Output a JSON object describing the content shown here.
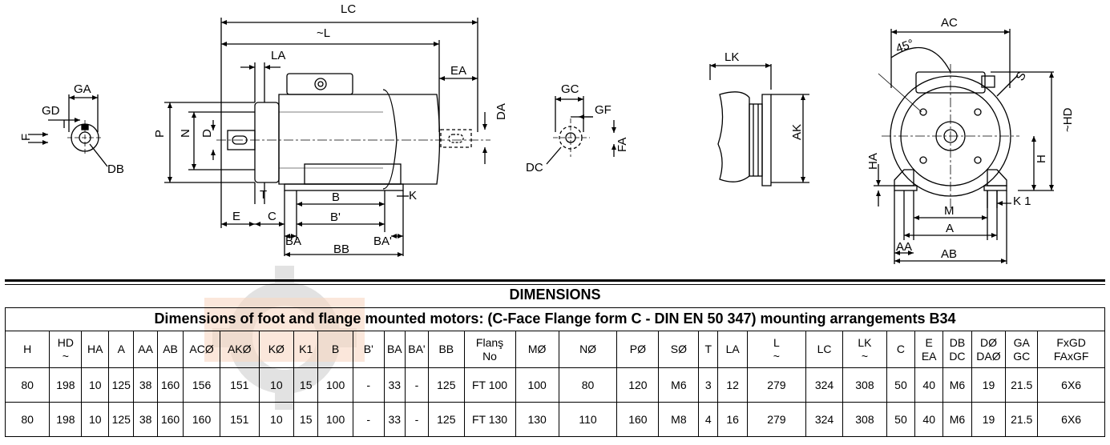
{
  "drawing": {
    "labels": {
      "lc": "LC",
      "l": "~L",
      "la": "LA",
      "ea": "EA",
      "da": "DA",
      "ga": "GA",
      "gd": "GD",
      "f": "F",
      "db": "DB",
      "p": "P",
      "n": "N",
      "d": "D",
      "t": "T",
      "e": "E",
      "c": "C",
      "b": "B",
      "bprime": "B'",
      "k": "K",
      "ba": "BA",
      "baprime": "BA'",
      "bb": "BB",
      "gc": "GC",
      "gf": "GF",
      "fa": "FA",
      "dc": "DC",
      "lk": "LK",
      "ak": "AK",
      "ac": "AC",
      "angle": "45°",
      "s": "S",
      "hd": "~HD",
      "h": "H",
      "ha": "HA",
      "k1": "K 1",
      "m": "M",
      "a": "A",
      "aa": "AA",
      "ab": "AB"
    }
  },
  "section_title": "DIMENSIONS",
  "table_title": "Dimensions of foot and flange mounted motors: (C-Face Flange form C - DIN EN 50 347) mounting arrangements B34",
  "table": {
    "headers": [
      "H",
      "HD\n~",
      "HA",
      "A",
      "AA",
      "AB",
      "ACØ",
      "AKØ",
      "KØ",
      "K1",
      "B",
      "B'",
      "BA",
      "BA'",
      "BB",
      "Flanş\nNo",
      "MØ",
      "NØ",
      "PØ",
      "SØ",
      "T",
      "LA",
      "L\n~",
      "LC",
      "LK\n~",
      "C",
      "E\nEA",
      "DB\nDC",
      "DØ\nDAØ",
      "GA\nGC",
      "FxGD\nFAxGF"
    ],
    "rows": [
      [
        "80",
        "198",
        "10",
        "125",
        "38",
        "160",
        "156",
        "151",
        "10",
        "15",
        "100",
        "-",
        "33",
        "-",
        "125",
        "FT 100",
        "100",
        "80",
        "120",
        "M6",
        "3",
        "12",
        "279",
        "324",
        "308",
        "50",
        "40",
        "M6",
        "19",
        "21.5",
        "6X6"
      ],
      [
        "80",
        "198",
        "10",
        "125",
        "38",
        "160",
        "160",
        "151",
        "10",
        "15",
        "100",
        "-",
        "33",
        "-",
        "125",
        "FT 130",
        "130",
        "110",
        "160",
        "M8",
        "4",
        "16",
        "279",
        "324",
        "308",
        "50",
        "40",
        "M6",
        "19",
        "21.5",
        "6X6"
      ]
    ]
  }
}
